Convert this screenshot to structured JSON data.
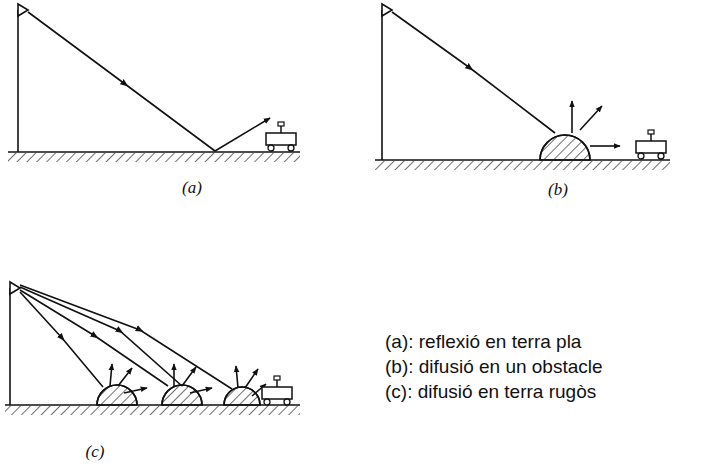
{
  "diagram": {
    "labels": [
      "(a)",
      "(b)",
      "(c)",
      "(a): reflexió en terra pla",
      "(b): difusió en un obstacle",
      "(c): difusió en terra rugòs"
    ]
  }
}
